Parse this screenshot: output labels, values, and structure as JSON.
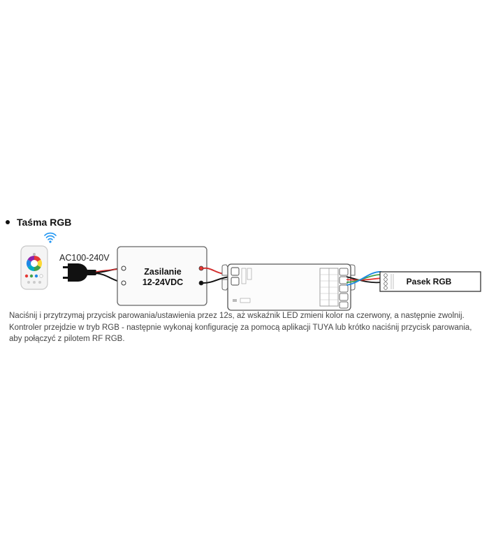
{
  "section": {
    "title": "Taśma RGB"
  },
  "diagram": {
    "mains_label": "AC100-240V",
    "psu_label_line1": "Zasilanie",
    "psu_label_line2": "12-24VDC",
    "strip_label": "Pasek RGB",
    "wire_colors": {
      "positive": "#d32f2f",
      "negative": "#111111",
      "red": "#e53935",
      "green": "#43a047",
      "blue": "#1e88e5",
      "wifi_signal": "#2196f3"
    },
    "icons": [
      "remote-control-icon",
      "wifi-signal-icon",
      "power-plug-icon"
    ]
  },
  "caption": "Naciśnij i przytrzymaj przycisk parowania/ustawienia przez 12s, aż wskaźnik LED zmieni kolor na czerwony, a następnie zwolnij. Kontroler przejdzie w tryb RGB - następnie wykonaj konfigurację za pomocą aplikacji TUYA lub krótko naciśnij przycisk parowania, aby połączyć z pilotem RF RGB."
}
